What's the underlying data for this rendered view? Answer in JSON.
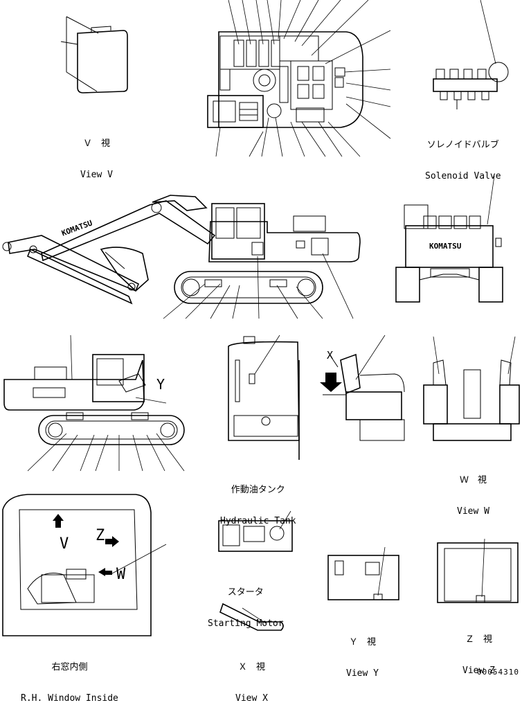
{
  "views": {
    "view_v": {
      "jp": "Ｖ　視",
      "en": "View V"
    },
    "solenoid": {
      "jp": "ソレノイドバルブ",
      "en": "Solenoid Valve"
    },
    "hyd_tank": {
      "jp": "作動油タンク",
      "en": "Hydraulic Tank"
    },
    "view_w": {
      "jp": "Ｗ　視",
      "en": "View W"
    },
    "rh_window": {
      "jp": "右窓内側",
      "en": "R.H. Window Inside"
    },
    "starter": {
      "jp": "スタータ",
      "en": "Starting Motor"
    },
    "view_x": {
      "jp": "Ｘ　視",
      "en": "View X"
    },
    "view_y": {
      "jp": "Ｙ　視",
      "en": "View Y"
    },
    "view_z": {
      "jp": "Ｚ　視",
      "en": "View Z"
    }
  },
  "markers": {
    "y": "Y",
    "x": "X",
    "v": "V",
    "z": "Z",
    "w": "W",
    "brand": "KOMATSU"
  },
  "document_number": "00054310"
}
